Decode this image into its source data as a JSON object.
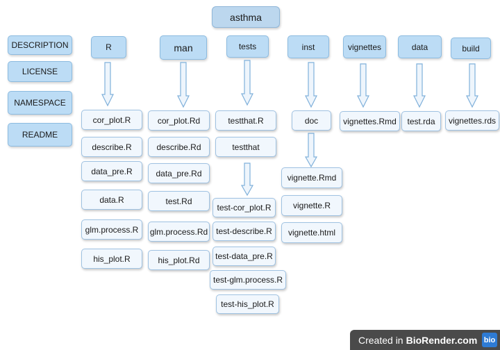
{
  "root": {
    "label": "asthma"
  },
  "top_files": [
    "DESCRIPTION",
    "LICENSE",
    "NAMESPACE",
    "README"
  ],
  "folders": {
    "R": {
      "label": "R",
      "files": [
        "cor_plot.R",
        "describe.R",
        "data_pre.R",
        "data.R",
        "glm.process.R",
        "his_plot.R"
      ]
    },
    "man": {
      "label": "man",
      "files": [
        "cor_plot.Rd",
        "describe.Rd",
        "data_pre.Rd",
        "test.Rd",
        "glm.process.Rd",
        "his_plot.Rd"
      ]
    },
    "tests": {
      "label": "tests",
      "files": [
        "testthat.R",
        "testthat"
      ],
      "testthat_files": [
        "test-cor_plot.R",
        "test-describe.R",
        "test-data_pre.R",
        "test-glm.process.R",
        "test-his_plot.R"
      ]
    },
    "inst": {
      "label": "inst",
      "files": [
        "doc"
      ],
      "doc_files": [
        "vignette.Rmd",
        "vignette.R",
        "vignette.html"
      ]
    },
    "vignettes": {
      "label": "vignettes",
      "files": [
        "vignettes.Rmd"
      ]
    },
    "data": {
      "label": "data",
      "files": [
        "test.rda"
      ]
    },
    "build": {
      "label": "build",
      "files": [
        "vignettes.rds"
      ]
    }
  },
  "watermark": {
    "prefix": "Created in",
    "brand": "BioRender.com",
    "logo": "bio"
  }
}
